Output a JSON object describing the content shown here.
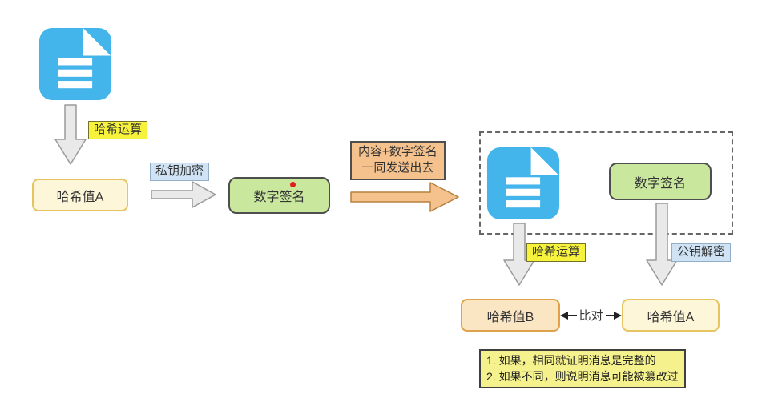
{
  "diagram_title": "digital-signature-verification-flow",
  "colors": {
    "doc_icon_blue": "#44b5ea",
    "label_yellow_bg": "#f7f33c",
    "label_blue_bg": "#cfe3f5",
    "box_cream_bg": "#fdf6d8",
    "box_cream_border": "#e6c45f",
    "box_green_bg": "#c9e89e",
    "box_peach_bg": "#fbe6c4",
    "box_peach_border": "#dfa24b",
    "orange_bg": "#f5c28d",
    "note_yellow_bg": "#f5f28e",
    "arrow_gray_fill": "#e9e9e9",
    "red_dot": "#e01f1f"
  },
  "sender": {
    "hash_operation_label": "哈希运算",
    "hash_value_a_label": "哈希值A",
    "private_key_encrypt_label": "私钥加密",
    "digital_signature_label": "数字签名"
  },
  "transfer": {
    "send_label_line1": "内容+数字签名",
    "send_label_line2": "一同发送出去"
  },
  "receiver": {
    "digital_signature_label": "数字签名",
    "hash_operation_label": "哈希运算",
    "public_key_decrypt_label": "公钥解密",
    "hash_value_b_label": "哈希值B",
    "compare_label": "比对",
    "hash_value_a_label": "哈希值A",
    "note_line1": "1. 如果，相同就证明消息是完整的",
    "note_line2": "2. 如果不同，则说明消息可能被篡改过"
  }
}
